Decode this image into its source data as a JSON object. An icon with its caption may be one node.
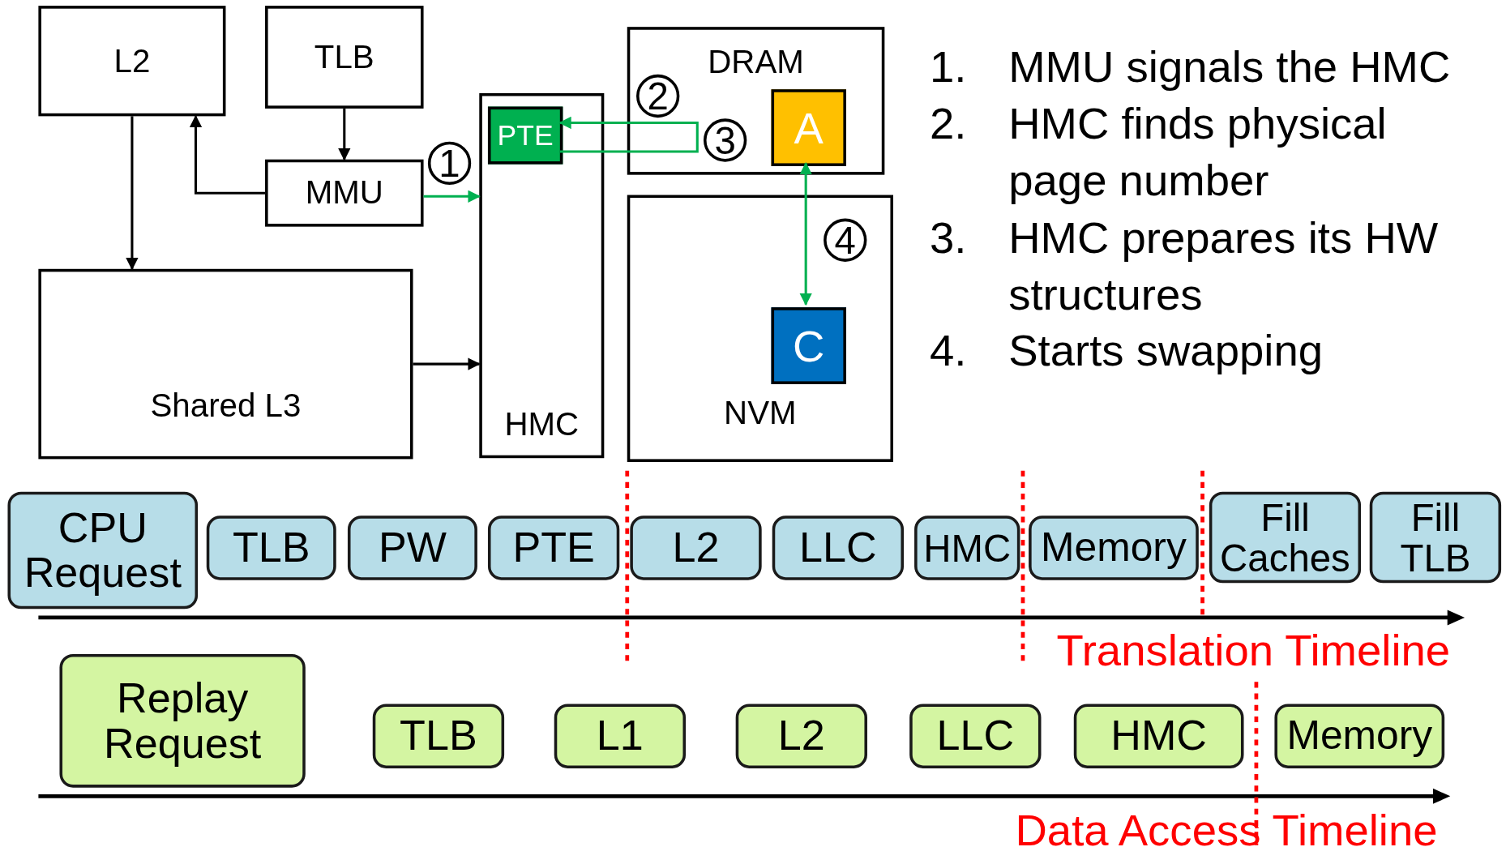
{
  "diagram": {
    "nodes": [
      {
        "text": [
          "L2"
        ]
      },
      {
        "text": [
          "TLB"
        ]
      },
      {
        "text": [
          "MMU"
        ]
      },
      {
        "text": [
          "HMC"
        ]
      },
      {
        "text": [
          "PTE"
        ],
        "in": 3
      },
      {
        "text": [
          "DRAM"
        ]
      },
      {
        "text": [
          "A"
        ],
        "in": 5
      },
      {
        "text": [
          "NVM"
        ]
      },
      {
        "text": [
          "C"
        ],
        "in": 7
      },
      {
        "text": [
          "Shared L3"
        ]
      },
      {
        "text": [
          "CPU Request"
        ]
      },
      {
        "text": [
          "TLB"
        ]
      },
      {
        "text": [
          "PW"
        ]
      },
      {
        "text": [
          "PTE"
        ]
      },
      {
        "text": [
          "L2"
        ]
      },
      {
        "text": [
          "LLC"
        ]
      },
      {
        "text": [
          "HMC"
        ]
      },
      {
        "text": [
          "Memory"
        ]
      },
      {
        "text": [
          "Fill Caches"
        ]
      },
      {
        "text": [
          "Fill TLB"
        ]
      },
      {
        "text": [
          "Replay Request"
        ]
      },
      {
        "text": [
          "TLB"
        ]
      },
      {
        "text": [
          "L1"
        ]
      },
      {
        "text": [
          "L2"
        ]
      },
      {
        "text": [
          "LLC"
        ]
      },
      {
        "text": [
          "HMC"
        ]
      },
      {
        "text": [
          "Memory"
        ]
      }
    ],
    "edges": [
      {
        "from": 0,
        "to": 9,
        "arrow": "to"
      },
      {
        "from": 1,
        "to": 2,
        "arrow": "to"
      },
      {
        "from": 2,
        "to": 0,
        "arrow": "to"
      },
      {
        "from": 2,
        "to": 3,
        "arrow": "to",
        "color": "#00b050"
      },
      {
        "from": 9,
        "to": 3,
        "arrow": "to"
      },
      {
        "from": 4,
        "to": 4,
        "arrow": "to",
        "color": "#00b050"
      },
      {
        "from": 6,
        "to": 8,
        "arrow": "both",
        "color": "#00b050"
      }
    ],
    "labels": [
      "1",
      "2",
      "3",
      "4",
      "1.",
      "MMU signals the HMC",
      "2.",
      "HMC finds physical page number",
      "3.",
      "HMC prepares its HW structures",
      "4.",
      "Starts swapping",
      "Translation Timeline",
      "Data Access Timeline"
    ]
  }
}
